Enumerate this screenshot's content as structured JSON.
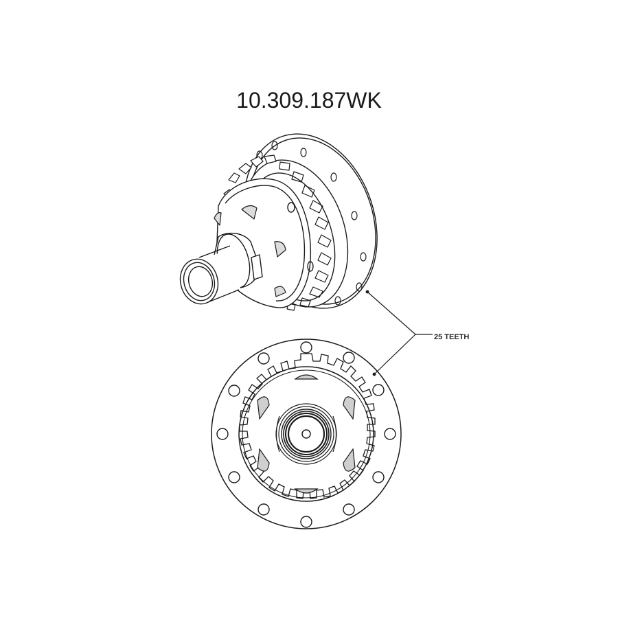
{
  "drawing": {
    "part_number": "10.309.187WK",
    "callout": "25 TEETH",
    "views": [
      "isometric-view",
      "front-view"
    ],
    "line_color": "#1a1a1a",
    "background": "#ffffff"
  }
}
